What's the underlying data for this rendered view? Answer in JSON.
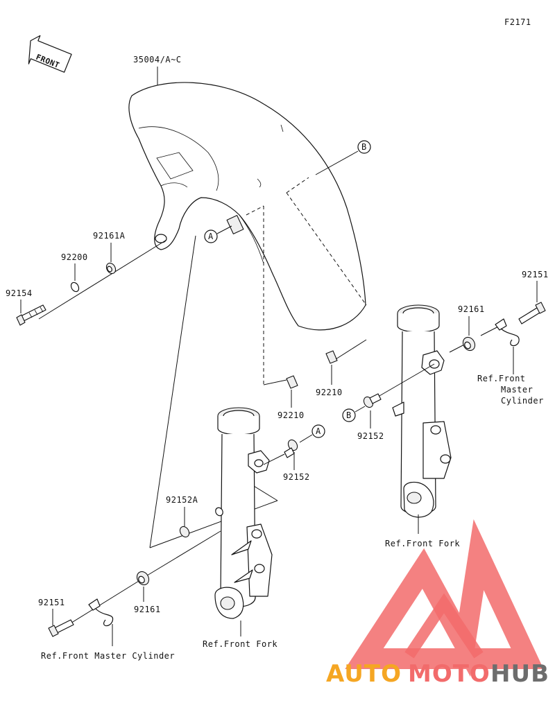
{
  "diagram_code": "F2171",
  "front_label": "FRONT",
  "parts": {
    "fender": "35004/A~C",
    "p92161A": "92161A",
    "p92200": "92200",
    "p92154": "92154",
    "p92151_right": "92151",
    "p92161_right": "92161",
    "p92210_right": "92210",
    "p92210_center": "92210",
    "p92152_right": "92152",
    "p92152_center": "92152",
    "p92152A": "92152A",
    "p92151_left": "92151",
    "p92161_left": "92161"
  },
  "refs": {
    "master_cyl_right_1": "Ref.Front",
    "master_cyl_right_2": "Master",
    "master_cyl_right_3": "Cylinder",
    "fork_right": "Ref.Front Fork",
    "fork_left": "Ref.Front Fork",
    "master_cyl_left": "Ref.Front Master Cylinder"
  },
  "callouts": {
    "a1": "A",
    "a2": "A",
    "b1": "B",
    "b2": "B"
  },
  "watermark": {
    "part1": "AUTO",
    "part2": "MOTO",
    "part3": "HUB",
    "color_auto": "#f5a623",
    "color_moto": "#f26b6b",
    "color_hub": "#6d6d6d"
  }
}
